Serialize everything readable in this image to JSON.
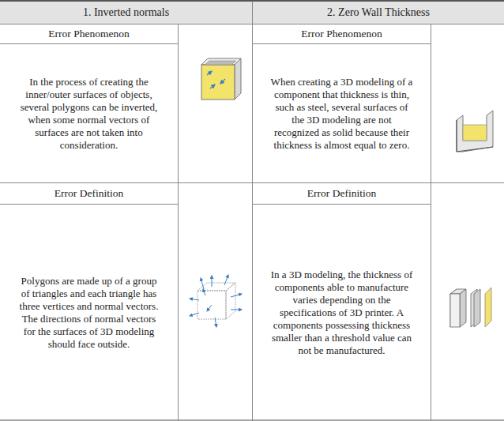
{
  "diagram": {
    "labels": [
      "1. Inverted normals",
      "2. Zero Wall Thickness",
      "Error Phenomenon",
      "In the process of creating the inner/outer surfaces of objects, several polygons can be inverted, when some normal vectors of surfaces are not taken into consideration.",
      "Error Phenomenon",
      "When creating a 3D modeling of a component that thickness is thin, such as steel, several surfaces of the 3D modeling are not recognized as solid because their thickness is almost equal to zero.",
      "Error Definition",
      "Polygons are made up of a group of triangles and each triangle has three vertices and normal vectors. The directions of normal vectors for the surfaces of 3D modeling should face outside.",
      "Error Definition",
      "In a 3D modeling, the thickness of components able to manufacture varies depending on the specifications of 3D printer. A components possessing thickness smaller than a threshold value can not be manufactured."
    ]
  }
}
